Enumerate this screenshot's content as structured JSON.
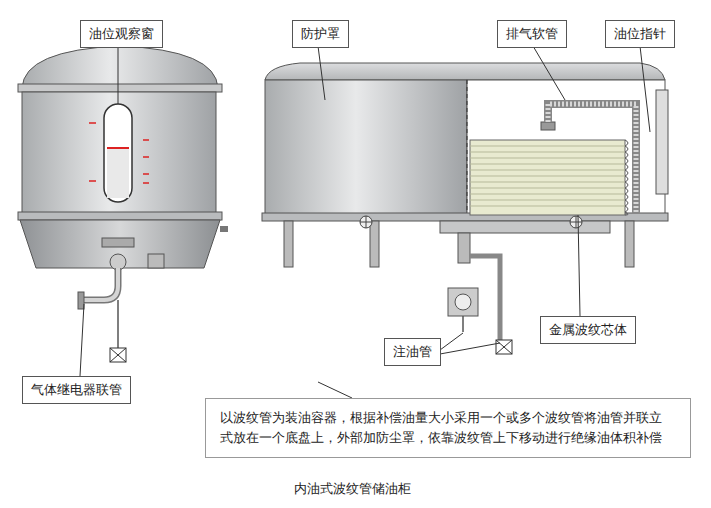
{
  "diagram": {
    "caption": "内油式波纹管储油柜",
    "nodes": [
      {
        "text": [
          "油位观察窗"
        ]
      },
      {
        "text": [
          "防护罩"
        ]
      },
      {
        "text": [
          "排气软管"
        ]
      },
      {
        "text": [
          "油位指针"
        ]
      },
      {
        "text": [
          "金属波纹芯体"
        ]
      },
      {
        "text": [
          "注油管"
        ]
      },
      {
        "text": [
          "气体继电器联管"
        ]
      },
      {
        "text": [
          "以波纹管为装油容器，根据补偿油量大小采用一个或多个波纹管将油管并联立 式放在一个底盘上，外部加防尘罩，依靠波纹管上下移动进行绝缘油体积补偿"
        ]
      }
    ]
  }
}
